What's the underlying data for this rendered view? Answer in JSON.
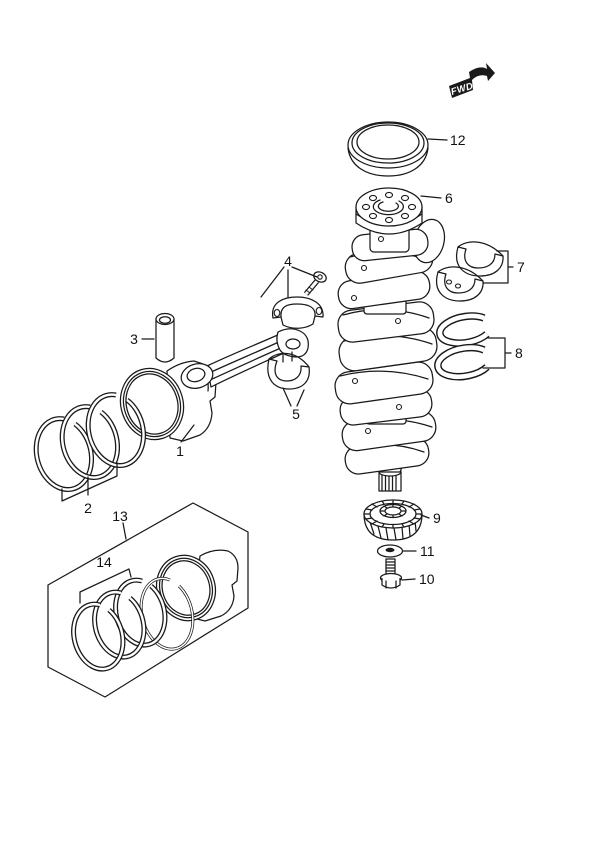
{
  "diagram": {
    "background": "#ffffff",
    "line_color": "#1a1a1a",
    "fwd_label": "FWD",
    "callouts": {
      "c1": "1",
      "c2": "2",
      "c3": "3",
      "c4": "4",
      "c5": "5",
      "c6": "6",
      "c7": "7",
      "c8": "8",
      "c9": "9",
      "c10": "10",
      "c11": "11",
      "c12": "12",
      "c13": "13",
      "c14": "14"
    }
  }
}
